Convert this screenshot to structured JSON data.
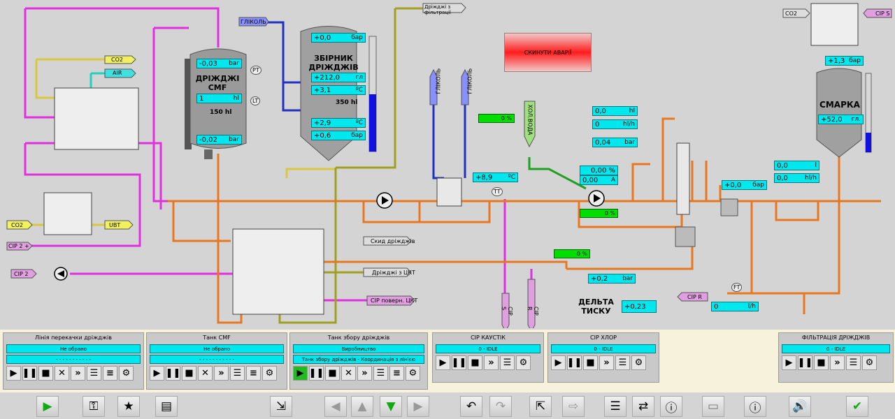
{
  "tanks": {
    "cmf": {
      "name": "ДРІЖДЖІ\nCMF",
      "pressure_top": "-0,03",
      "pressure_unit": "bar",
      "level": "1",
      "level_unit": "hl",
      "volume": "150 hl",
      "pressure_bottom": "-0,02",
      "pressure_bottom_unit": "bar"
    },
    "collector": {
      "name": "ЗБІРНИК\nДРІЖДЖІВ",
      "pressure_top": "+0,0",
      "pressure_unit": "бар",
      "level": "+212,0",
      "level_unit": "гл",
      "temp": "+3,1",
      "temp_unit": "ºС",
      "volume": "350 hl",
      "pressure_mid": "+2,9",
      "pressure_mid_unit": "ºС",
      "pressure_bottom": "+0,6",
      "pressure_bottom_unit": "бар"
    },
    "smarka": {
      "name": "СМАРКА",
      "pressure": "+1,3",
      "pressure_unit": "бар",
      "level": "+52,0",
      "level_unit": "гл."
    }
  },
  "flows": {
    "f1": "0,0",
    "f1_unit": "hl",
    "f2": "0",
    "f2_unit": "hl/h",
    "f3": "0,04",
    "f3_unit": "bar",
    "temp": "+8,9",
    "temp_unit": "ºС",
    "pct1": "0,00 %",
    "pct2": "0,00",
    "pct2_unit": "A",
    "smarka_p": "+0,0",
    "smarka_p_unit": "бар",
    "r1": "0,0",
    "r1_unit": "l",
    "r2": "0,0",
    "r2_unit": "hl/h",
    "cip_r_flow": "0",
    "cip_r_flow_unit": "l/h",
    "bottom_p": "+0,2",
    "bottom_p_unit": "bar",
    "delta": "+0,23"
  },
  "gauges": {
    "g1": "0 %",
    "g2": "0 %",
    "g3": "0 %"
  },
  "labels": {
    "co2_a": "CO2",
    "air": "AIR",
    "co2_b": "CO2",
    "ubt": "UBT",
    "cip2p": "CIP 2 +",
    "cip2": "CIP 2",
    "glikol_top": "ГЛІКОЛЬ",
    "glikol_v1": "ГЛІКОЛЬ",
    "glikol_v2": "ГЛІКОЛЬ",
    "xol_voda": "ХОЛ.ВОДА",
    "filtr": "Дріжджі з фільтрації",
    "skyd": "Скид дріжджів",
    "ckt": "Дріжджі з ЦКТ",
    "cip_povern": "CIP поверн. ЦКТ",
    "cip_s_bottom": "CIP S",
    "cip_r_bottom": "CIP R",
    "cip_r": "CIP R",
    "co2_r": "CO2",
    "cip_s_r": "CIP S",
    "delta_label": "ДЕЛЬТА\nТИСКУ",
    "tag_pt": "PT",
    "tag_lt": "LT",
    "tag_tt": "TT",
    "tag_ft": "FT"
  },
  "alarm": {
    "label": "СКИНУТИ АВАРІЇ"
  },
  "panels": [
    {
      "title": "Лінія перекачки дріжджів",
      "f1": "Не обрано",
      "f2": "- - - - - - - - - - -",
      "active": false
    },
    {
      "title": "Танк CMF",
      "f1": "Не обрано",
      "f2": "- - - - - - - - - - -",
      "active": false
    },
    {
      "title": "Танк збору дріжджів",
      "f1": "Виробництво",
      "f2": "Танк збору дріжджів - Координація з лінією",
      "active": true
    }
  ],
  "cip_panels": [
    {
      "title": "CIP КАУСТІК",
      "state": "0 - IDLE"
    },
    {
      "title": "CIP ХЛОР",
      "state": "0 - IDLE"
    },
    {
      "title": "ФІЛЬТРАЦІЯ ДРІЖДЖІВ",
      "state": "0 - IDLE"
    }
  ],
  "icons": [
    "play-icon",
    "pause-icon",
    "stop-icon",
    "cancel-icon",
    "skip-icon",
    "comment-icon",
    "list-icon",
    "settings-icon"
  ]
}
